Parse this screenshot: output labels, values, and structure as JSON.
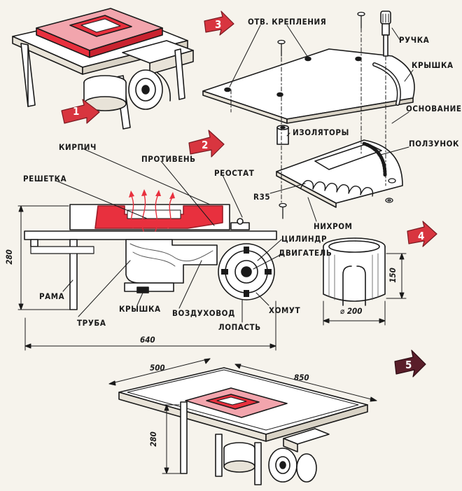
{
  "colors": {
    "ink": "#1a1a1a",
    "hot": "#e8303e",
    "hot_light": "#f6a0a8",
    "arrow_red": "#d8353f",
    "arrow_dark": "#5a1e2a",
    "paper": "#f6f3ec"
  },
  "steps": [
    "1",
    "2",
    "3",
    "4",
    "5"
  ],
  "labels": {
    "otv_krepleniya": "ОТВ. КРЕПЛЕНИЯ",
    "ruchka": "РУЧКА",
    "kryshka_top": "КРЫШКА",
    "osnovanie": "ОСНОВАНИЕ",
    "izolyatory": "ИЗОЛЯТОРЫ",
    "polzunok": "ПОЛЗУНОК",
    "r35": "R35",
    "nikhrom": "НИХРОМ",
    "kirpich": "КИРПИЧ",
    "protiven": "ПРОТИВЕНЬ",
    "reostat": "РЕОСТАТ",
    "reshetka": "РЕШЕТКА",
    "cilindr": "ЦИЛИНДР",
    "dvigatel": "ДВИГАТЕЛЬ",
    "rama": "РАМА",
    "kryshka_bottom": "КРЫШКА",
    "vozdukhovod": "ВОЗДУХОВОД",
    "khomut": "ХОМУТ",
    "truba": "ТРУБА",
    "lopast": "ЛОПАСТЬ"
  },
  "dimensions": {
    "height_280_section": "280",
    "width_640": "640",
    "cyl_height_150": "150",
    "cyl_diameter": "⌀ 200",
    "table_500": "500",
    "table_850": "850",
    "height_280_table": "280"
  }
}
